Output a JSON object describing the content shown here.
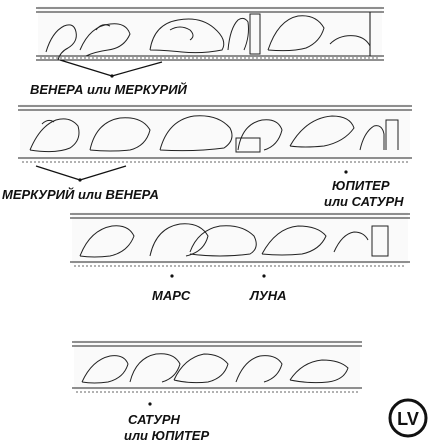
{
  "labels": {
    "venus_mercury": "ВЕНЕРА или МЕРКУРИЙ",
    "mercury_venus": "МЕРКУРИЙ или ВЕНЕРА",
    "jupiter_saturn_1": "ЮПИТЕР",
    "jupiter_saturn_2": "или САТУРН",
    "mars": "МАРС",
    "moon": "ЛУНА",
    "saturn_jupiter_1": "САТУРН",
    "saturn_jupiter_2": "или ЮПИТЕР"
  },
  "logo": {
    "text": "LV"
  }
}
